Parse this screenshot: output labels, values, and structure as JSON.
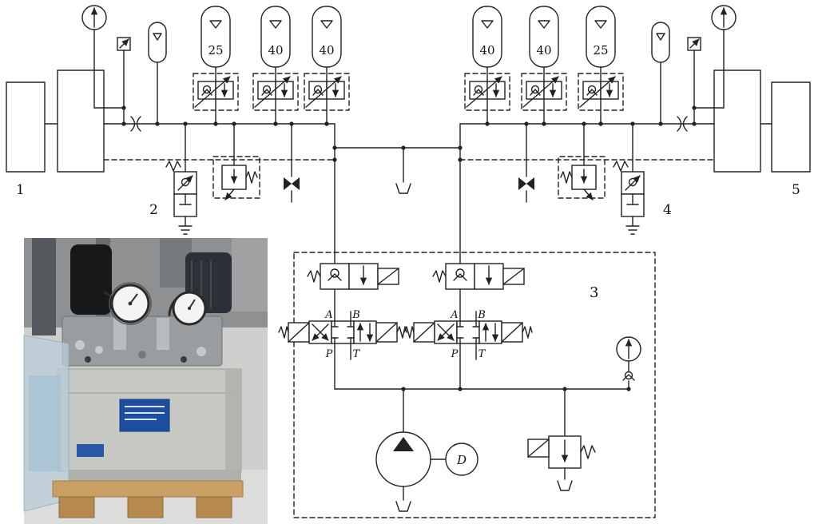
{
  "diagram": {
    "accumulators_left": [
      "25",
      "40",
      "40"
    ],
    "accumulators_right": [
      "40",
      "40",
      "25"
    ],
    "labels": {
      "c1": "1",
      "c2": "2",
      "c3": "3",
      "c4": "4",
      "c5": "5"
    },
    "dcv1": {
      "a": "A",
      "b": "B",
      "p": "P",
      "t": "T"
    },
    "dcv2": {
      "a": "A",
      "b": "B",
      "p": "P",
      "t": "T"
    },
    "motor_label": "D"
  },
  "colors": {
    "line": "#222222",
    "photo_tank": "#c6c8c4",
    "photo_label_blue": "#1d4f9e",
    "pallet_wood": "#c99f63",
    "motor_black": "#17181a"
  }
}
